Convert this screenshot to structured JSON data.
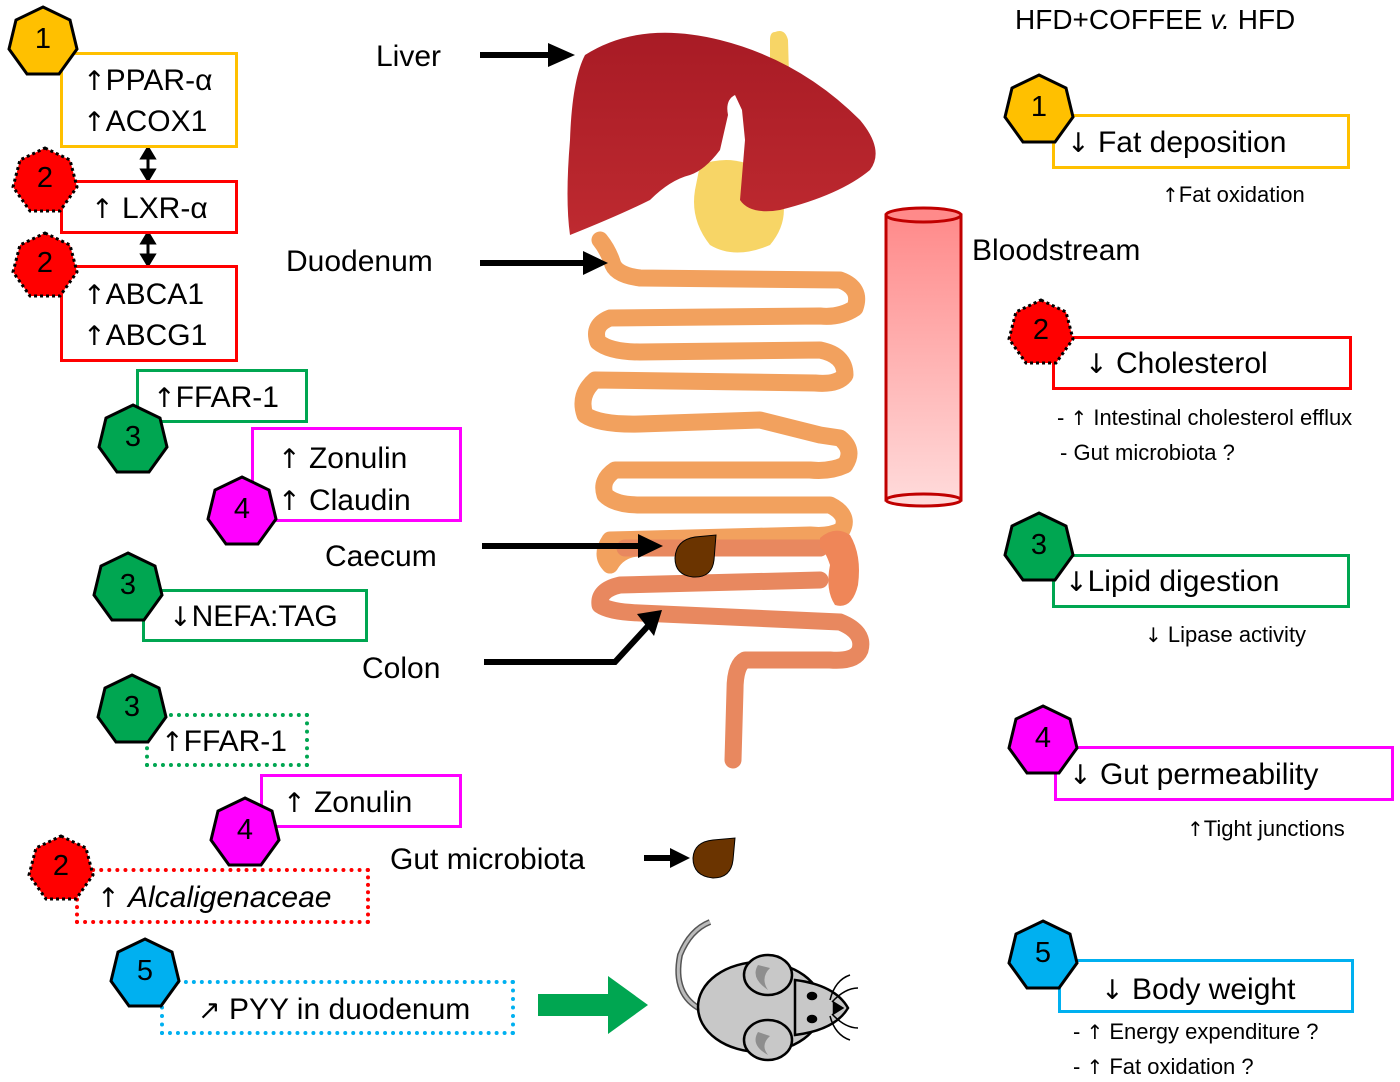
{
  "colors": {
    "yellow": "#FFC000",
    "red": "#FF0000",
    "green": "#00A651",
    "magenta": "#FF00FF",
    "blue": "#00B0F0",
    "liver": "#B3202A",
    "intestine": "#F2A15E",
    "colon": "#E8885F",
    "microbiota": "#6B3400",
    "bloodstream": "#F08080"
  },
  "header": {
    "title_left": "HFD+COFFEE ",
    "title_italic": "v.",
    "title_right": " HFD"
  },
  "organs": {
    "liver": "Liver",
    "duodenum": "Duodenum",
    "caecum": "Caecum",
    "colon": "Colon",
    "gut_microbiota": "Gut microbiota",
    "bloodstream": "Bloodstream"
  },
  "icons": {
    "up": "↑",
    "down": "↓",
    "up_right": "↗",
    "double": "↕"
  },
  "left_boxes": {
    "liver_box": {
      "badge": "1",
      "lines": [
        "PPAR-α",
        "ACOX1"
      ]
    },
    "lxr_box": {
      "badge": "2",
      "lines": [
        "LXR-α"
      ]
    },
    "abc_box": {
      "badge": "2",
      "lines": [
        "ABCA1",
        "ABCG1"
      ]
    },
    "ffar_duodenum": {
      "badge": "3",
      "lines": [
        "FFAR-1"
      ]
    },
    "tight_duodenum": {
      "badge": "4",
      "lines": [
        "Zonulin",
        "Claudin"
      ]
    },
    "nefa_box": {
      "badge": "3",
      "lines": [
        "NEFA:TAG"
      ]
    },
    "ffar_colon": {
      "badge": "3",
      "lines": [
        "FFAR-1"
      ]
    },
    "zonulin_colon": {
      "badge": "4",
      "lines": [
        "Zonulin"
      ]
    },
    "alcaligenaceae": {
      "badge": "2",
      "lines": [
        "Alcaligenaceae"
      ]
    },
    "pyy_box": {
      "badge": "5",
      "lines": [
        "PYY in duodenum"
      ]
    }
  },
  "outcomes": [
    {
      "badge": "1",
      "title": "Fat deposition",
      "notes": [
        {
          "prefix": "",
          "arrow": "↑",
          "text": "Fat oxidation"
        }
      ]
    },
    {
      "badge": "2",
      "title": "Cholesterol",
      "notes": [
        {
          "prefix": "- ",
          "arrow": "↑",
          "text": " Intestinal cholesterol efflux"
        },
        {
          "prefix": "- ",
          "arrow": "",
          "text": "Gut microbiota ?"
        }
      ]
    },
    {
      "badge": "3",
      "title": "Lipid digestion",
      "notes": [
        {
          "prefix": "",
          "arrow": "↓",
          "text": " Lipase activity"
        }
      ]
    },
    {
      "badge": "4",
      "title": "Gut permeability",
      "notes": [
        {
          "prefix": "",
          "arrow": "↑",
          "text": "Tight junctions"
        }
      ]
    },
    {
      "badge": "5",
      "title": "Body weight",
      "notes": [
        {
          "prefix": "- ",
          "arrow": "↑",
          "text": " Energy expenditure ?"
        },
        {
          "prefix": "- ",
          "arrow": "↑",
          "text": " Fat oxidation ?"
        }
      ]
    }
  ]
}
